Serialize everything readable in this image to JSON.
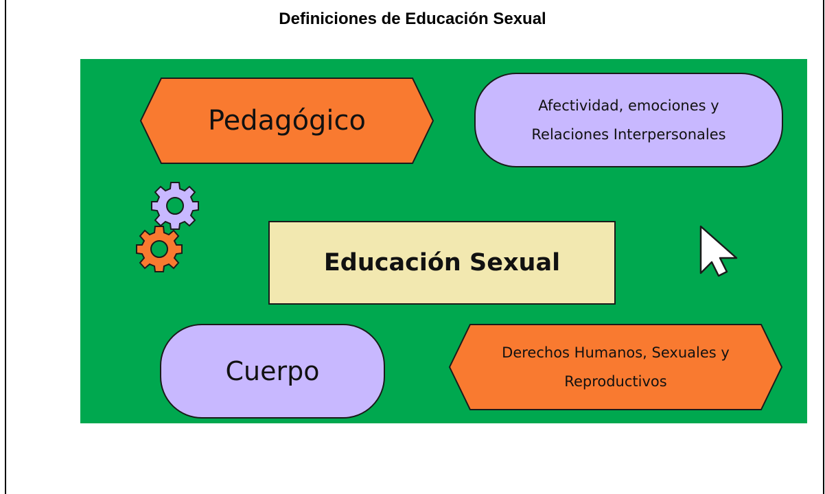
{
  "document": {
    "title": "Definiciones de Educación Sexual"
  },
  "diagram": {
    "center": "Educación Sexual",
    "nodes": {
      "pedagogico": "Pedagógico",
      "afectividad": "Afectividad, emociones y Relaciones Interpersonales",
      "cuerpo": "Cuerpo",
      "derechos": "Derechos Humanos, Sexuales y Reproductivos"
    }
  },
  "colors": {
    "background": "#00a84f",
    "orange": "#f97a30",
    "lavender": "#c8b8ff",
    "center_fill": "#f2e8b0",
    "outline": "#1a1a1a"
  },
  "decorations": [
    "gear-icon",
    "gear-icon",
    "cursor-arrow-icon"
  ]
}
